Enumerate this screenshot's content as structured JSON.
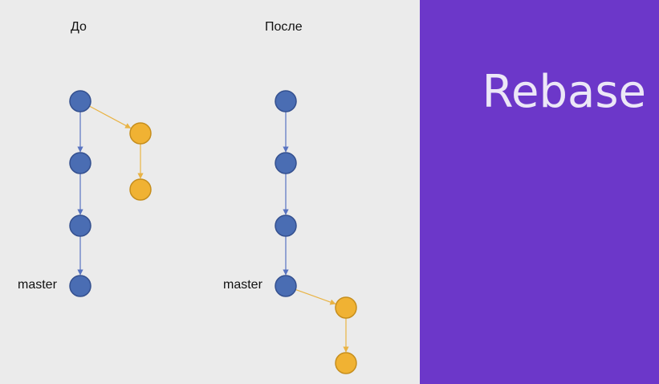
{
  "headings": {
    "before": "До",
    "after": "После"
  },
  "labels": {
    "master_before": "master",
    "master_after": "master"
  },
  "slide": {
    "title": "Rebase"
  },
  "colors": {
    "main_commit": "#4a6db3",
    "main_stroke": "#34508f",
    "feature_commit": "#f0b233",
    "feature_stroke": "#c68e1d",
    "main_edge": "#5873c0",
    "feature_edge": "#e9b344",
    "accent": "#6c37c9"
  },
  "diagrams": [
    {
      "name": "before",
      "commits": [
        {
          "id": "m1",
          "branch": "master"
        },
        {
          "id": "m2",
          "branch": "master"
        },
        {
          "id": "m3",
          "branch": "master"
        },
        {
          "id": "m4",
          "branch": "master"
        },
        {
          "id": "f1",
          "branch": "feature"
        },
        {
          "id": "f2",
          "branch": "feature"
        }
      ],
      "edges": [
        [
          "m1",
          "m2"
        ],
        [
          "m2",
          "m3"
        ],
        [
          "m3",
          "m4"
        ],
        [
          "m1",
          "f1"
        ],
        [
          "f1",
          "f2"
        ]
      ]
    },
    {
      "name": "after",
      "commits": [
        {
          "id": "m1",
          "branch": "master"
        },
        {
          "id": "m2",
          "branch": "master"
        },
        {
          "id": "m3",
          "branch": "master"
        },
        {
          "id": "m4",
          "branch": "master"
        },
        {
          "id": "f1",
          "branch": "feature"
        },
        {
          "id": "f2",
          "branch": "feature"
        }
      ],
      "edges": [
        [
          "m1",
          "m2"
        ],
        [
          "m2",
          "m3"
        ],
        [
          "m3",
          "m4"
        ],
        [
          "m4",
          "f1"
        ],
        [
          "f1",
          "f2"
        ]
      ]
    }
  ]
}
